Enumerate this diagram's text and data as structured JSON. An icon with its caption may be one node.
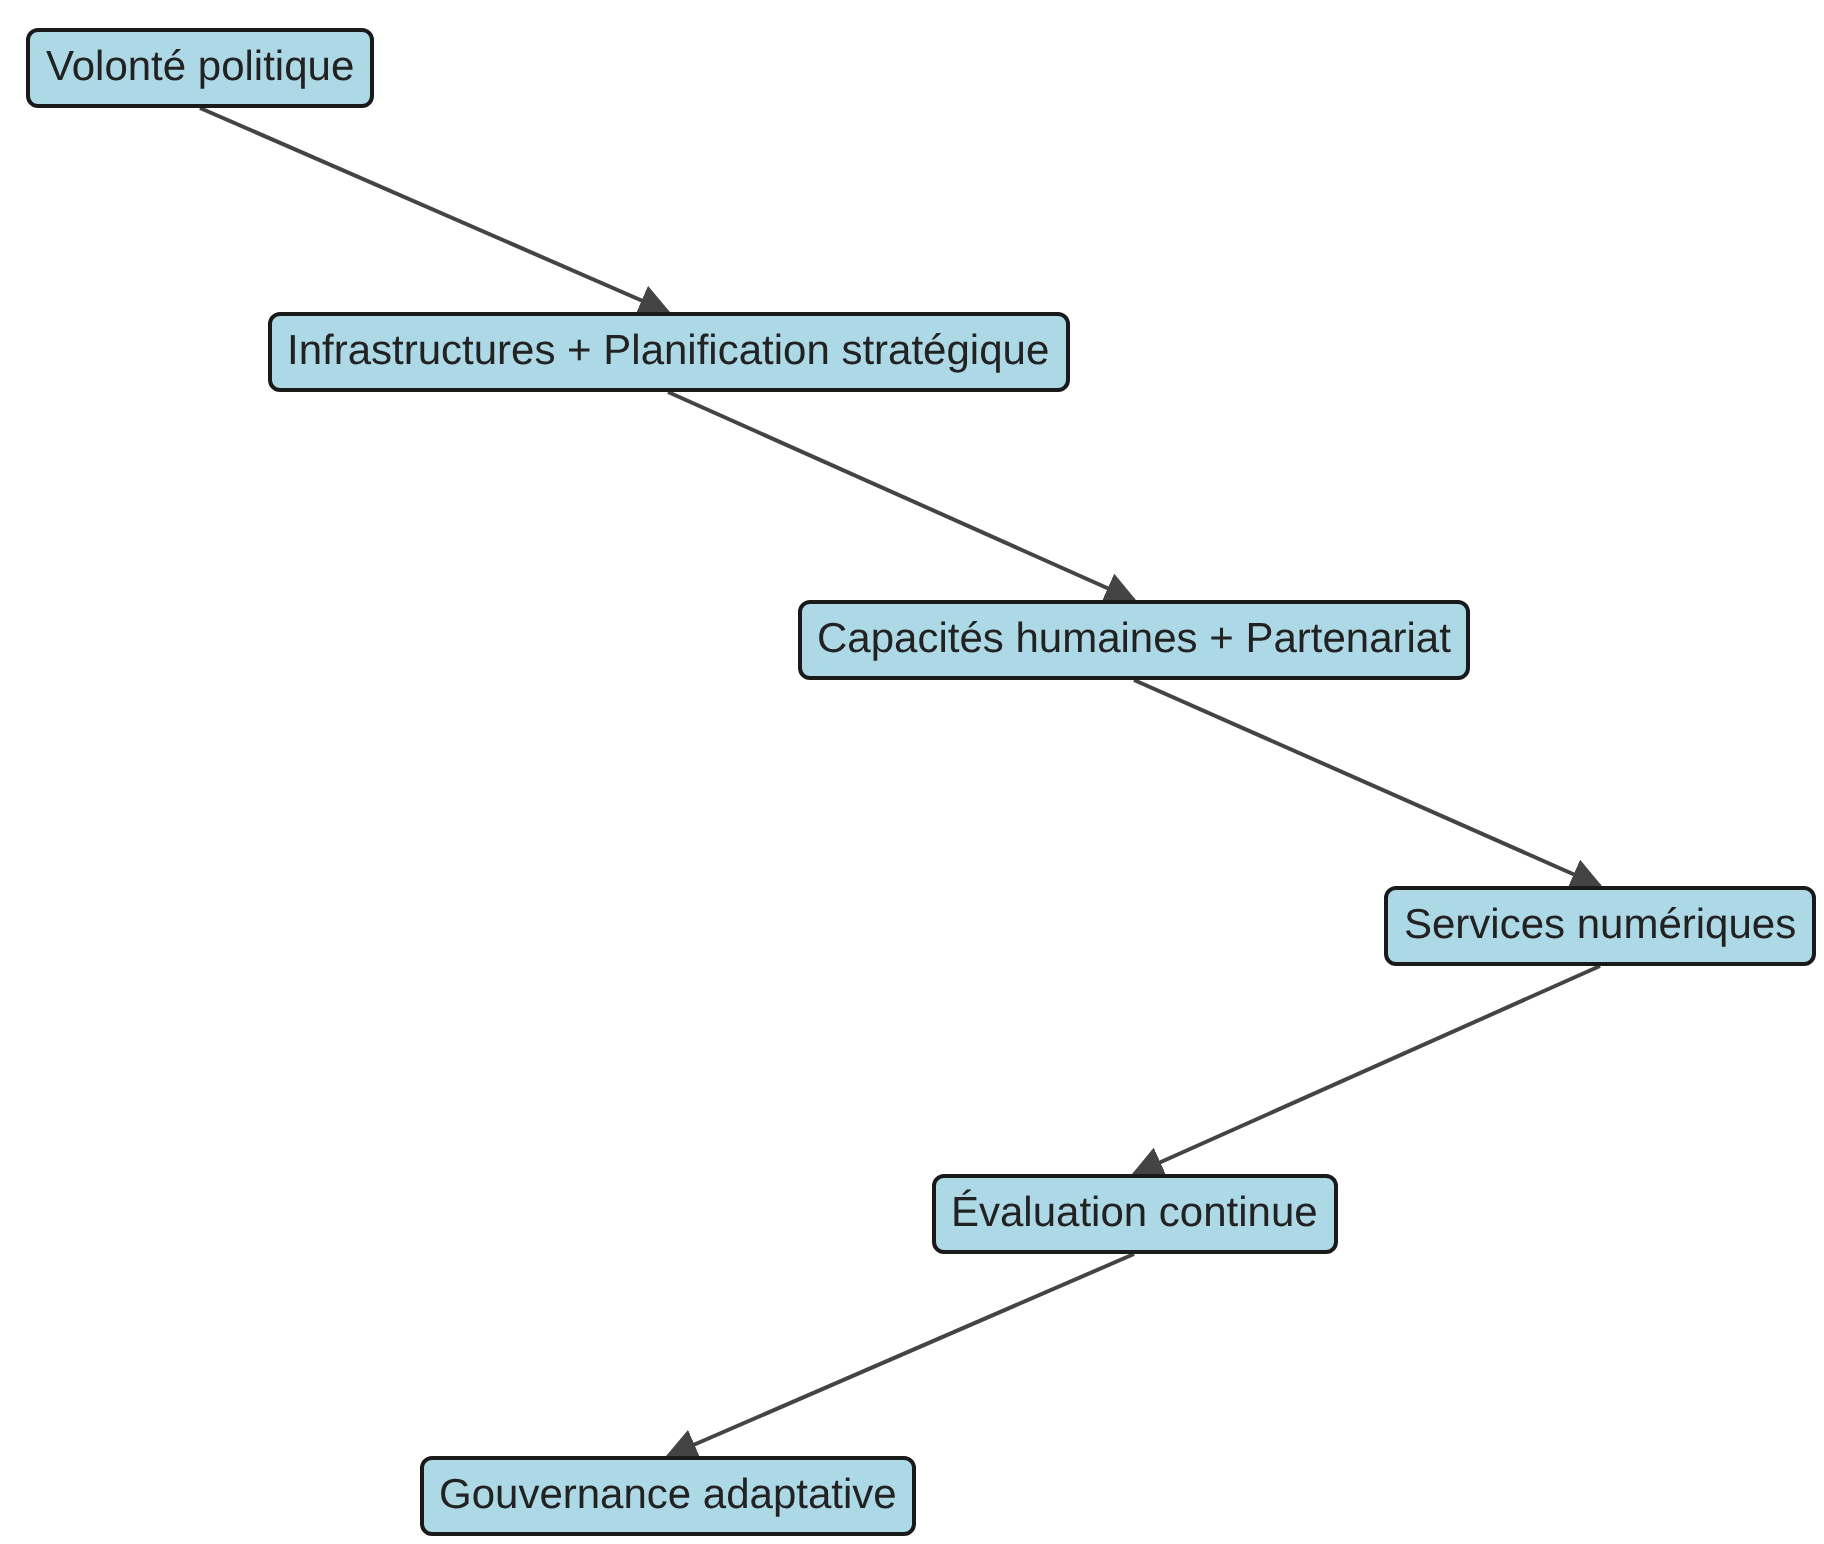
{
  "diagram": {
    "nodes": [
      {
        "text": [
          "Volonté politique"
        ]
      },
      {
        "text": [
          "Infrastructures + Planification stratégique"
        ]
      },
      {
        "text": [
          "Capacités humaines + Partenariat"
        ]
      },
      {
        "text": [
          "Services numériques"
        ]
      },
      {
        "text": [
          "Évaluation continue"
        ]
      },
      {
        "text": [
          "Gouvernance adaptative"
        ]
      }
    ],
    "edges": [
      {
        "from": 0,
        "to": 1,
        "arrow": "to"
      },
      {
        "from": 1,
        "to": 2,
        "arrow": "to"
      },
      {
        "from": 2,
        "to": 3,
        "arrow": "to"
      },
      {
        "from": 3,
        "to": 4,
        "arrow": "to"
      },
      {
        "from": 4,
        "to": 5,
        "arrow": "to"
      }
    ]
  }
}
